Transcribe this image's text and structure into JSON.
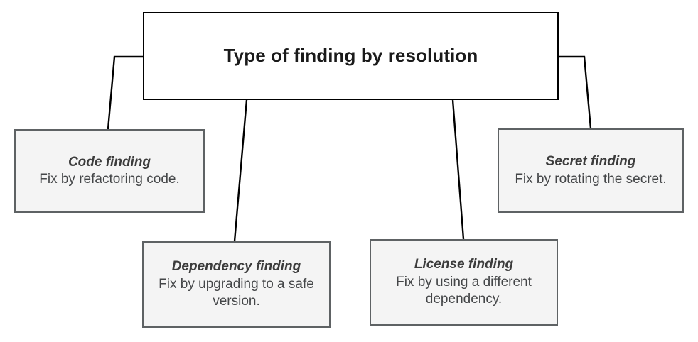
{
  "diagram": {
    "title": "Type of finding by resolution",
    "type": "tree",
    "root": {
      "label": "Type of finding by resolution"
    },
    "children": [
      {
        "id": "code",
        "title": "Code finding",
        "description": "Fix by refactoring code."
      },
      {
        "id": "dependency",
        "title": "Dependency finding",
        "description": "Fix by upgrading to a safe version."
      },
      {
        "id": "license",
        "title": "License finding",
        "description": "Fix by using a different dependency."
      },
      {
        "id": "secret",
        "title": "Secret finding",
        "description": "Fix by rotating the secret."
      }
    ],
    "colors": {
      "root_fill": "#ffffff",
      "root_border": "#000000",
      "child_fill": "#f4f4f4",
      "child_border": "#5e6264",
      "connector": "#000000",
      "title_text": "#1a1a1a",
      "body_text": "#444648",
      "background": "#ffffff"
    }
  }
}
